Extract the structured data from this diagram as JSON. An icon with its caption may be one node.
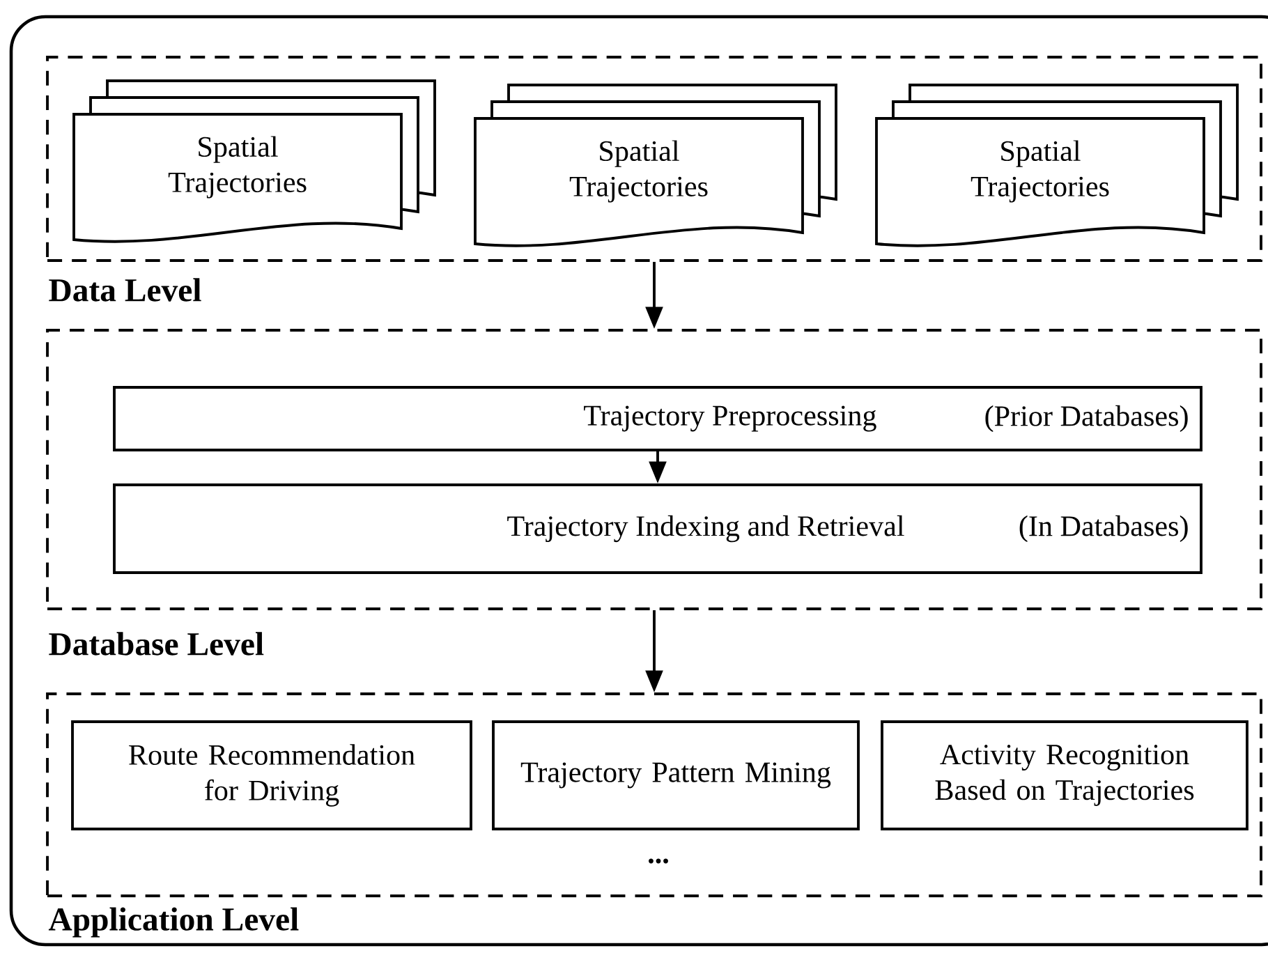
{
  "diagram": {
    "nodes": [
      {
        "text": [
          "Data Level"
        ]
      },
      {
        "text": [
          "Spatial Trajectories"
        ],
        "in": 0
      },
      {
        "text": [
          "Spatial Trajectories"
        ],
        "in": 0
      },
      {
        "text": [
          "Spatial Trajectories"
        ],
        "in": 0
      },
      {
        "text": [
          "Database Level"
        ]
      },
      {
        "text": [
          "Trajectory Preprocessing",
          "(Prior Databases)"
        ],
        "in": 4
      },
      {
        "text": [
          "Trajectory Indexing and Retrieval",
          "(In Databases)"
        ],
        "in": 4
      },
      {
        "text": [
          "Application Level",
          "..."
        ]
      },
      {
        "text": [
          "Route Recommendation for Driving"
        ],
        "in": 7
      },
      {
        "text": [
          "Trajectory Pattern Mining"
        ],
        "in": 7
      },
      {
        "text": [
          "Activity Recognition Based on Trajectories"
        ],
        "in": 7
      }
    ],
    "edges": [
      {
        "from": 0,
        "to": 4,
        "arrow": "to"
      },
      {
        "from": 5,
        "to": 6,
        "arrow": "to"
      },
      {
        "from": 4,
        "to": 7,
        "arrow": "to"
      }
    ]
  }
}
